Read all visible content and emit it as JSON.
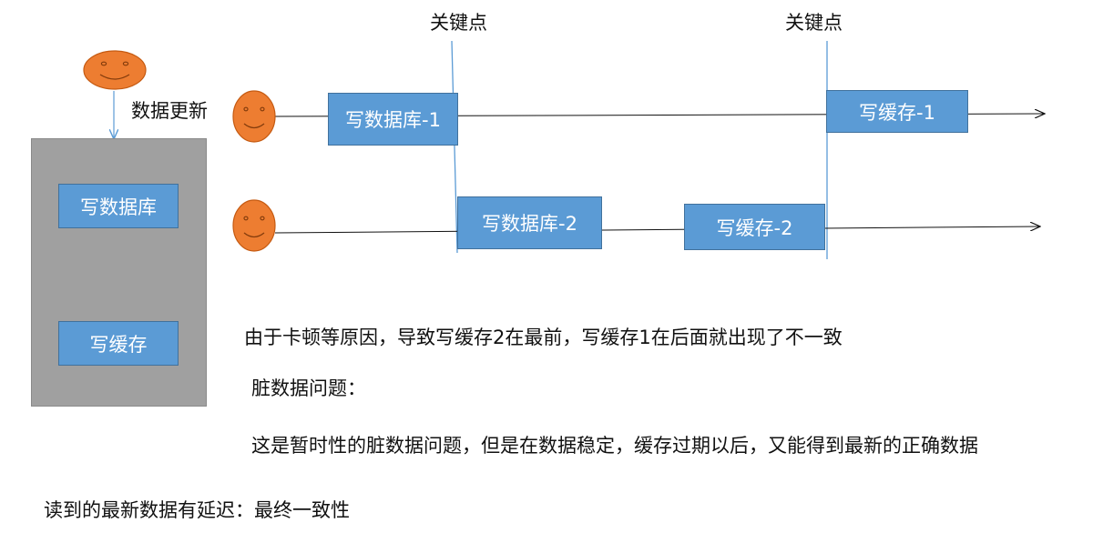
{
  "colors": {
    "box_fill": "#5b9bd5",
    "panel_fill": "#a0a0a0",
    "face_fill": "#ed7d31",
    "line": "#5b9bd5"
  },
  "key_point_label_1": "关键点",
  "key_point_label_2": "关键点",
  "data_update_label": "数据更新",
  "panel": {
    "write_db": "写数据库",
    "write_cache": "写缓存"
  },
  "flow1": {
    "write_db": "写数据库-1",
    "write_cache": "写缓存-1"
  },
  "flow2": {
    "write_db": "写数据库-2",
    "write_cache": "写缓存-2"
  },
  "notes": {
    "line1": "由于卡顿等原因，导致写缓存2在最前，写缓存1在后面就出现了不一致",
    "line2": "脏数据问题：",
    "line3": "这是暂时性的脏数据问题，但是在数据稳定，缓存过期以后，又能得到最新的正确数据",
    "line4": "读到的最新数据有延迟：最终一致性"
  }
}
